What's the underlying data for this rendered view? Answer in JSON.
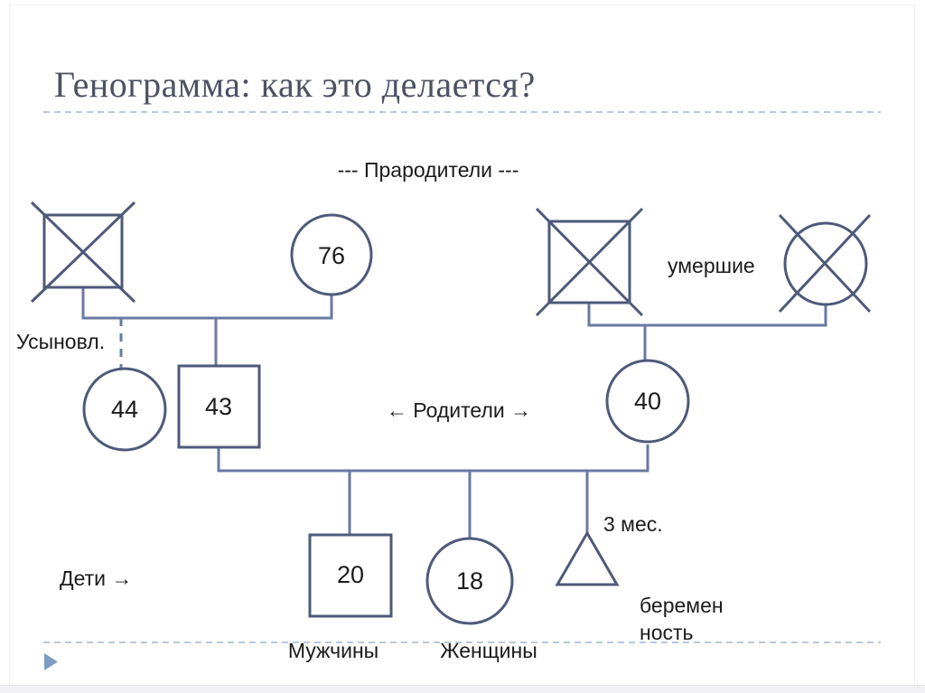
{
  "slide": {
    "title": "Генограмма: как это делается?"
  },
  "labels": {
    "grandparents": "--- Прародители ---",
    "parents": "← Родители →",
    "children": "Дети →",
    "deceased": "умершие",
    "adopted": "Усыновл.",
    "three_months": "3 мес.",
    "pregnancy_line1": "беремен",
    "pregnancy_line2": "ность",
    "men": "Мужчины",
    "women": "Женщины"
  },
  "persons": {
    "grandmother_left": "76",
    "adopted_daughter": "44",
    "father": "43",
    "mother": "40",
    "son": "20",
    "daughter": "18"
  },
  "colors": {
    "title-color": "#4d5263",
    "shape-stroke": "#4e5a79",
    "connector": "#6a79a3",
    "rule-color": "#b9c8d8",
    "label-color": "#1b1b1b",
    "marker-color": "#7d9cc2"
  }
}
